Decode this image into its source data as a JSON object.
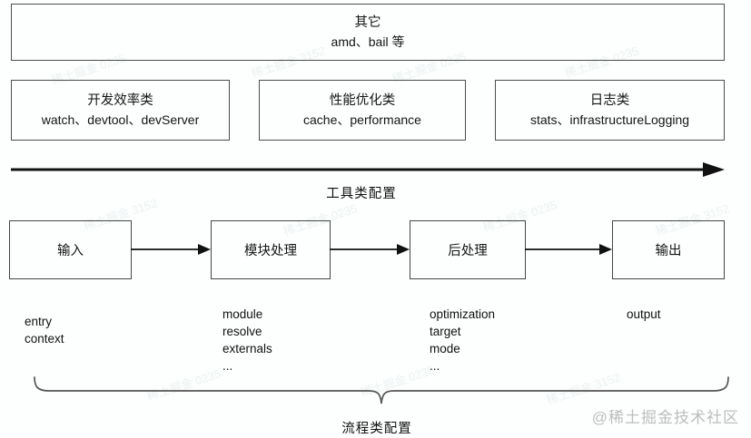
{
  "diagram": {
    "top_box": {
      "title": "其它",
      "subtitle": "amd、bail 等"
    },
    "category_boxes": [
      {
        "title": "开发效率类",
        "subtitle": "watch、devtool、devServer"
      },
      {
        "title": "性能优化类",
        "subtitle": "cache、performance"
      },
      {
        "title": "日志类",
        "subtitle": "stats、infrastructureLogging"
      }
    ],
    "tool_axis_label": "工具类配置",
    "flow_steps": [
      {
        "label": "输入",
        "props": [
          "entry",
          "context"
        ]
      },
      {
        "label": "模块处理",
        "props": [
          "module",
          "resolve",
          "externals",
          "..."
        ]
      },
      {
        "label": "后处理",
        "props": [
          "optimization",
          "target",
          "mode",
          "..."
        ]
      },
      {
        "label": "输出",
        "props": [
          "output"
        ]
      }
    ],
    "flow_axis_label": "流程类配置"
  },
  "watermark": {
    "credit": "@稀土掘金技术社区",
    "tile_a": "稀土掘金 3152",
    "tile_b": "稀土掘金 0235"
  },
  "colors": {
    "border": "#4d4d4d",
    "arrow": "#111111",
    "brace": "#555555",
    "credit": "#bdbdbd"
  }
}
